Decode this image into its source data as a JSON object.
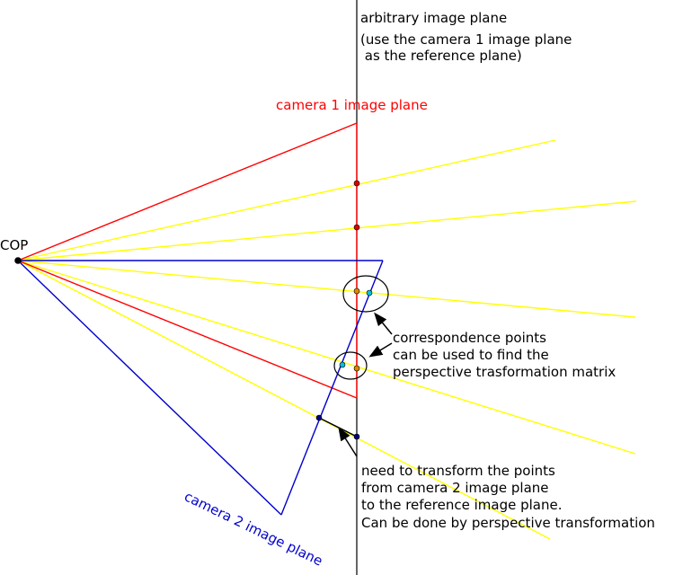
{
  "labels": {
    "arbitrary_plane": [
      "arbitrary image plane",
      "(use the camera 1 image plane",
      " as the reference plane)"
    ],
    "camera1": "camera 1 image plane",
    "camera2": "camera 2 image plane",
    "cop": "COP",
    "correspondence": [
      "correspondence points",
      "can be used to find the",
      "perspective trasformation matrix"
    ],
    "transform": [
      "need to transform the points",
      "from camera 2 image plane",
      "to the reference image plane.",
      "Can be done by perspective transformation"
    ]
  },
  "colors": {
    "camera1": "#ff0000",
    "camera2": "#0000cc",
    "rays": "#ffff00",
    "text": "#000000",
    "point_red": "#dd0000",
    "point_orange": "#dd8800",
    "point_cyan": "#00c0e0",
    "point_blue": "#000080"
  }
}
